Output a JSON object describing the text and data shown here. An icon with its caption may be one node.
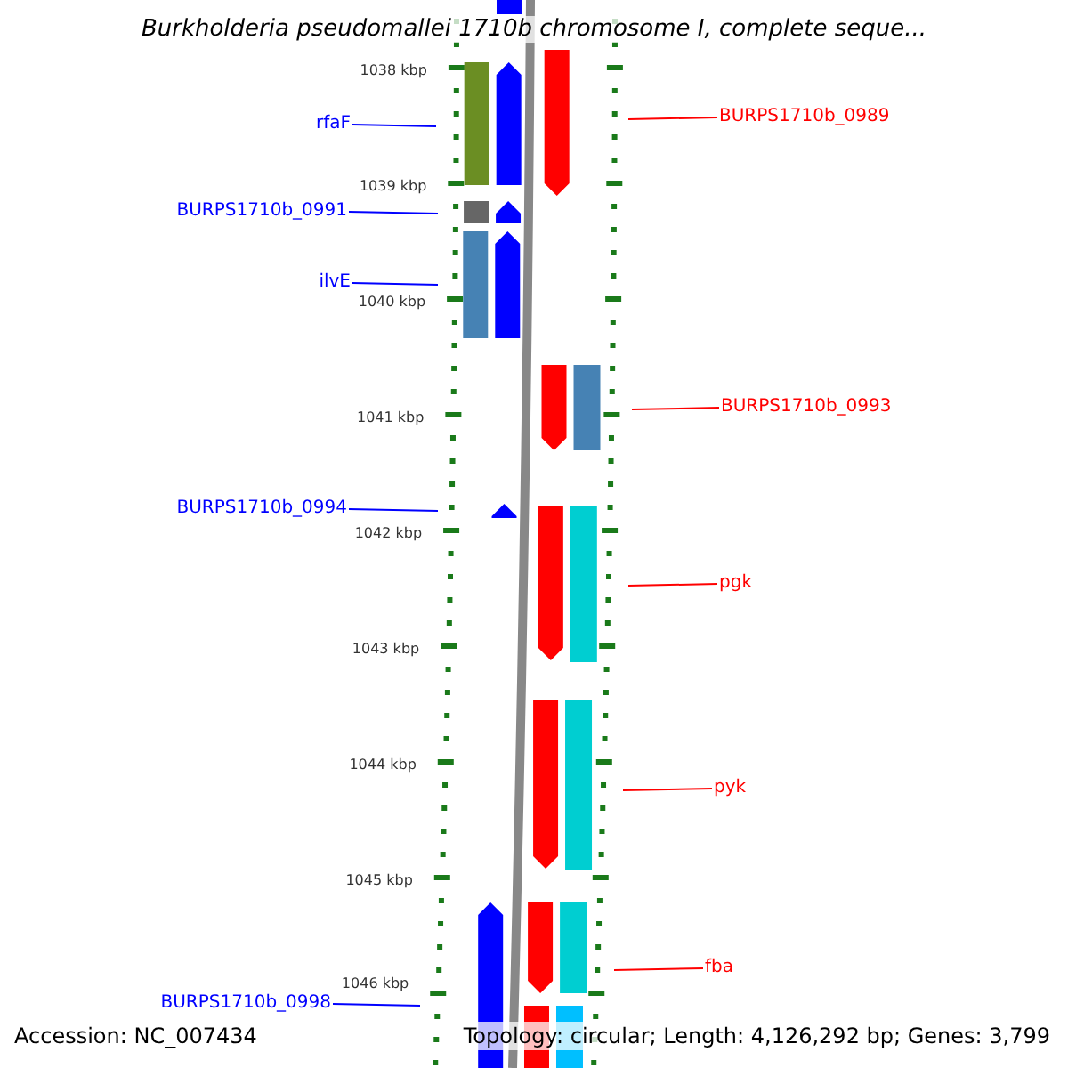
{
  "diagram": {
    "title": "Burkholderia pseudomallei 1710b chromosome I, complete seque...",
    "nodes": [
      {
        "text": [
          "rfaF"
        ]
      },
      {
        "text": [
          "BURPS1710b_0991"
        ]
      },
      {
        "text": [
          "ilvE"
        ]
      },
      {
        "text": [
          "BURPS1710b_0994"
        ]
      },
      {
        "text": [
          "BURPS1710b_0998"
        ]
      },
      {
        "text": [
          "BURPS1710b_0989"
        ]
      },
      {
        "text": [
          "BURPS1710b_0993"
        ]
      },
      {
        "text": [
          "pgk"
        ]
      },
      {
        "text": [
          "pyk"
        ]
      },
      {
        "text": [
          "fba"
        ]
      }
    ],
    "edges": [
      {
        "from": 0,
        "to": null,
        "arrow": "none"
      },
      {
        "from": 1,
        "to": null,
        "arrow": "none"
      },
      {
        "from": 2,
        "to": null,
        "arrow": "none"
      },
      {
        "from": 3,
        "to": null,
        "arrow": "none"
      },
      {
        "from": 4,
        "to": null,
        "arrow": "none"
      },
      {
        "from": 5,
        "to": null,
        "arrow": "none",
        "color": "#ff0000"
      },
      {
        "from": 6,
        "to": null,
        "arrow": "none",
        "color": "#ff0000"
      },
      {
        "from": 7,
        "to": null,
        "arrow": "none",
        "color": "#ff0000"
      },
      {
        "from": 8,
        "to": null,
        "arrow": "none",
        "color": "#ff0000"
      },
      {
        "from": 9,
        "to": null,
        "arrow": "none",
        "color": "#ff0000"
      }
    ],
    "labels": [
      "1038 kbp",
      "1039 kbp",
      "1040 kbp",
      "1041 kbp",
      "1042 kbp",
      "1043 kbp",
      "1044 kbp",
      "1045 kbp",
      "1046 kbp",
      "Accession: NC_007434",
      "Topology: circular; Length: 4,126,292 bp; Genes: 3,799"
    ]
  }
}
